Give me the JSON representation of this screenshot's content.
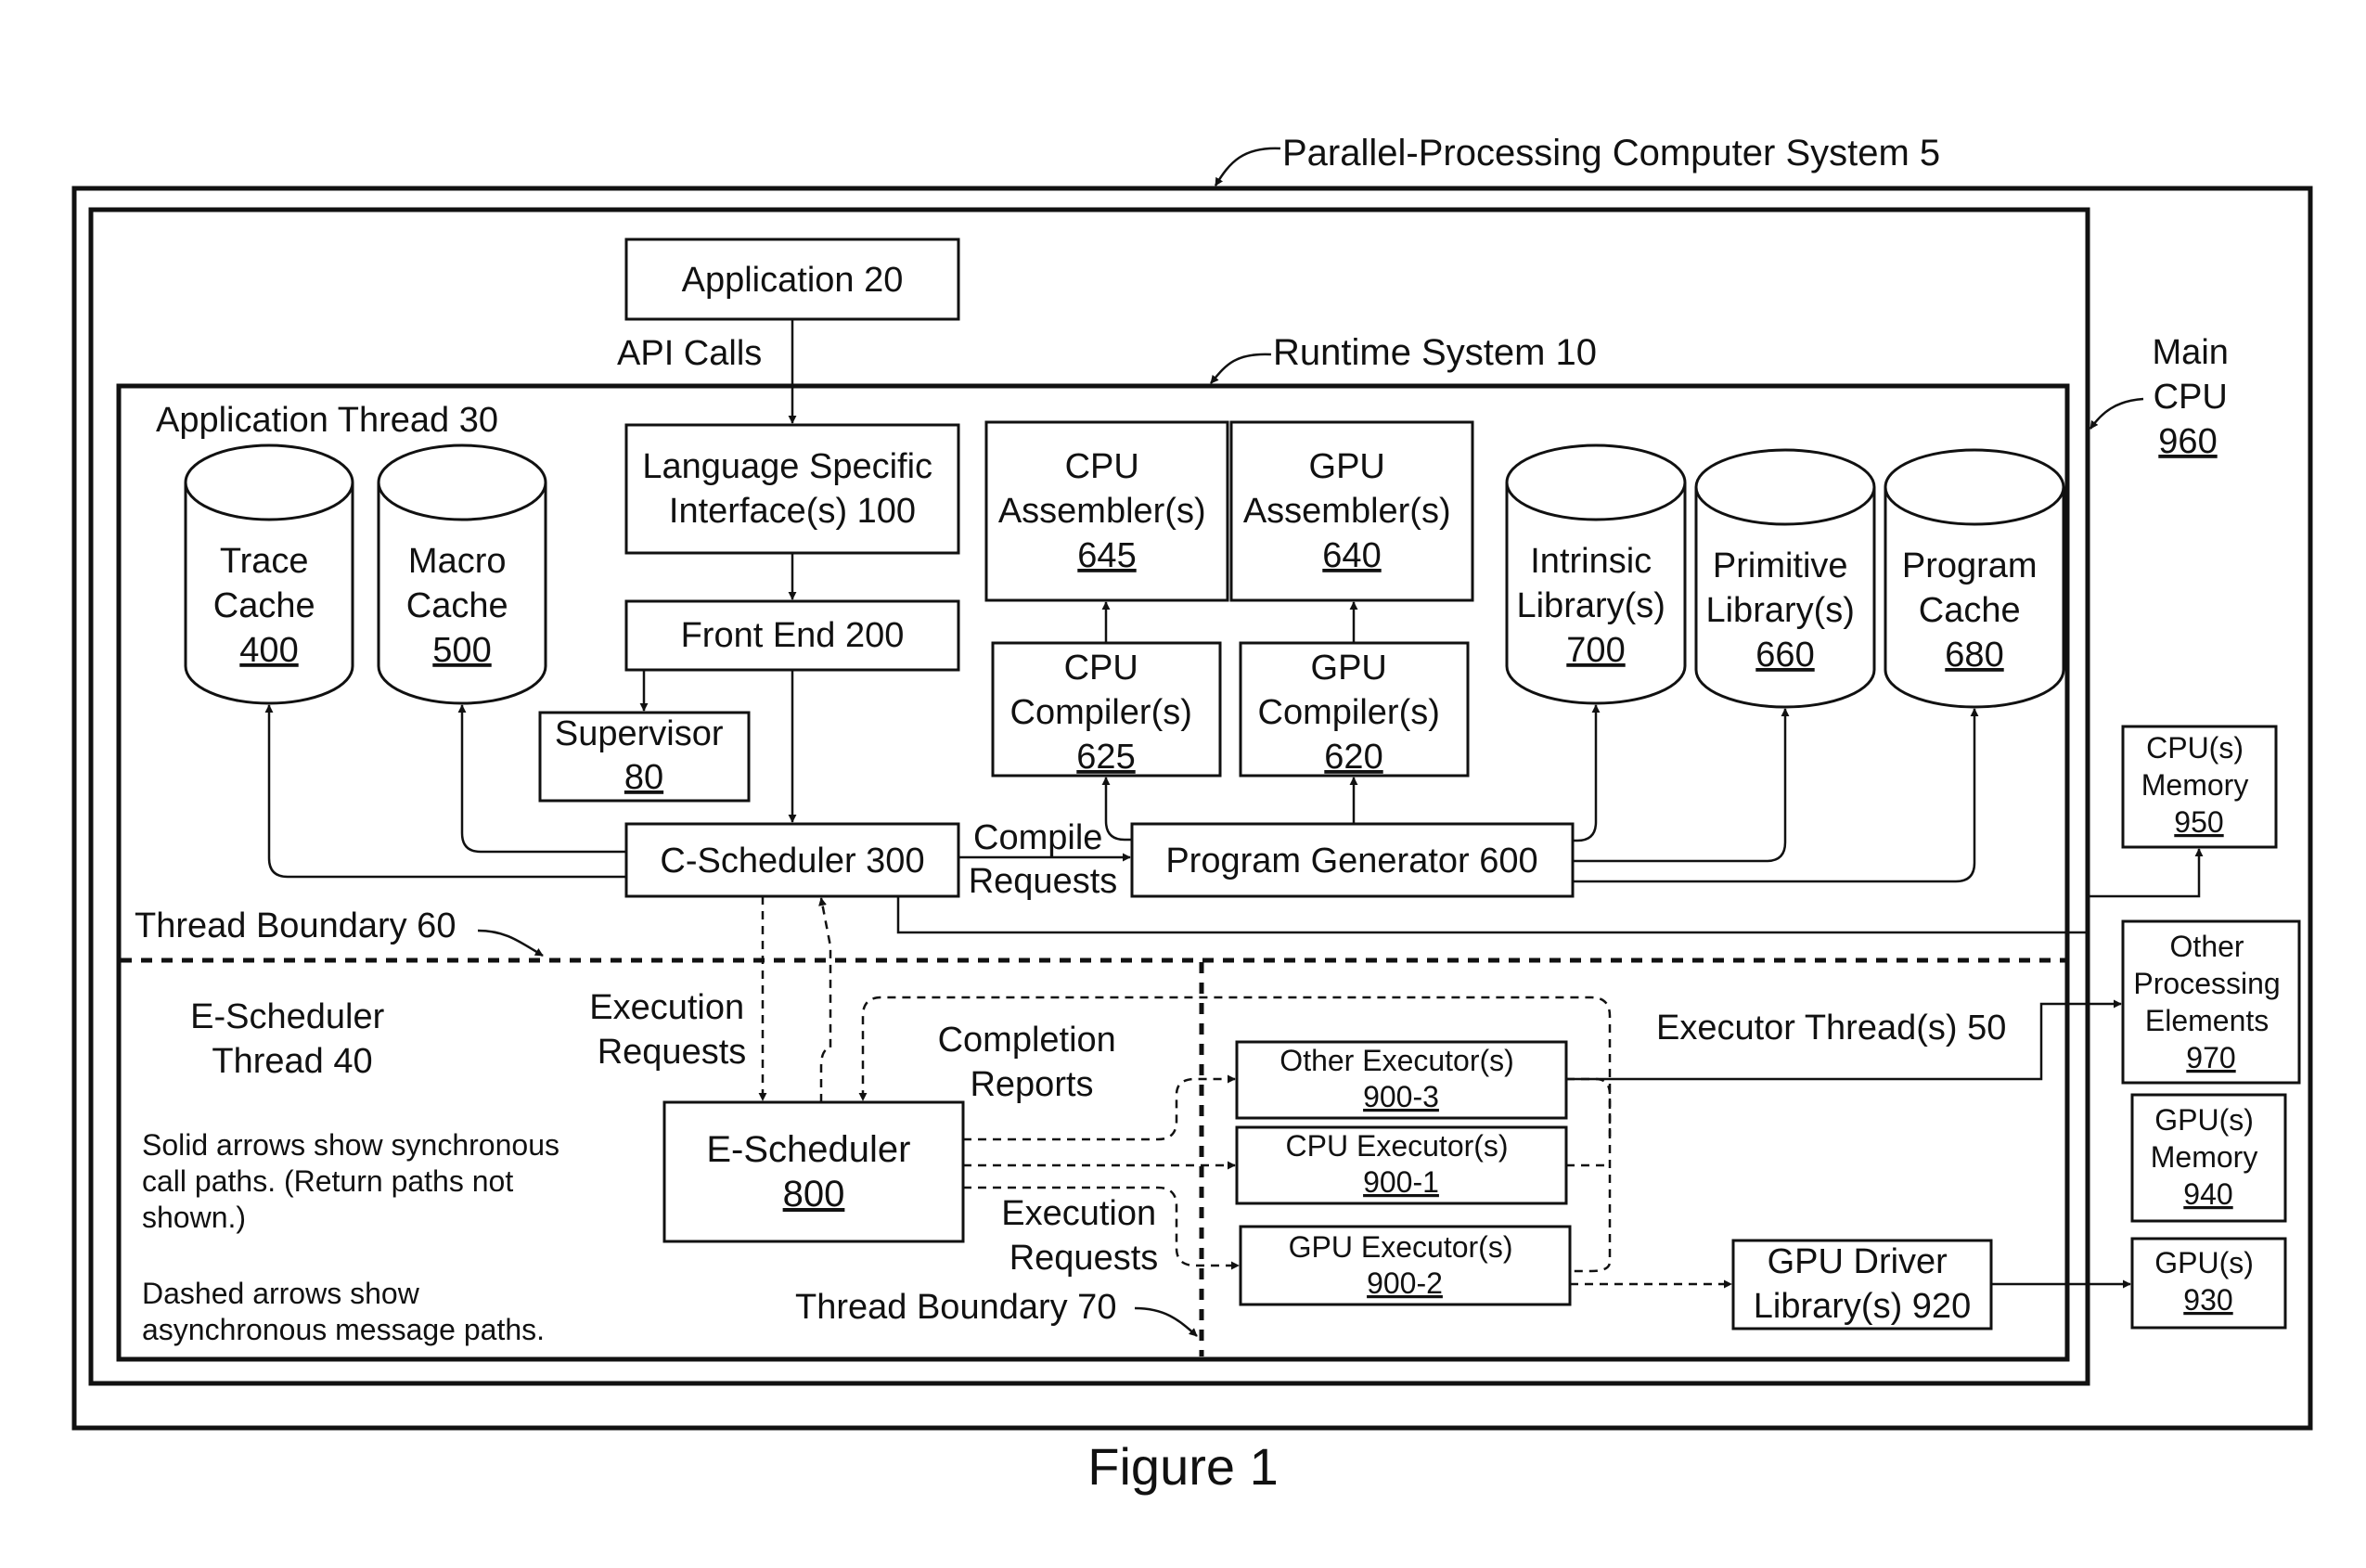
{
  "titles": {
    "system": "Parallel-Processing Computer System 5",
    "runtime": "Runtime System 10",
    "main_cpu": [
      "Main",
      "CPU",
      "960"
    ],
    "figure": "Figure 1"
  },
  "labels": {
    "api_calls": "API Calls",
    "app_thread": "Application Thread 30",
    "thread_boundary_60": "Thread Boundary 60",
    "thread_boundary_70": "Thread Boundary 70",
    "e_sched_thread": [
      "E-Scheduler",
      "Thread 40"
    ],
    "executor_threads": "Executor Thread(s) 50",
    "compile_requests": [
      "Compile",
      "Requests"
    ],
    "execution_requests_1": [
      "Execution",
      "Requests"
    ],
    "completion_reports": [
      "Completion",
      "Reports"
    ],
    "execution_requests_2": [
      "Execution",
      "Requests"
    ],
    "legend_solid": [
      "Solid arrows show synchronous",
      "call paths.  (Return paths not",
      "shown.)"
    ],
    "legend_dashed": [
      "Dashed arrows show",
      "asynchronous message paths."
    ]
  },
  "boxes": {
    "application": "Application 20",
    "lang_iface": [
      "Language Specific",
      "Interface(s) 100"
    ],
    "front_end": "Front End 200",
    "supervisor": [
      "Supervisor",
      "80"
    ],
    "c_scheduler": "C-Scheduler 300",
    "program_generator": "Program Generator 600",
    "cpu_assembler": [
      "CPU",
      "Assembler(s)",
      "645"
    ],
    "gpu_assembler": [
      "GPU",
      "Assembler(s)",
      "640"
    ],
    "cpu_compiler": [
      "CPU",
      "Compiler(s)",
      "625"
    ],
    "gpu_compiler": [
      "GPU",
      "Compiler(s)",
      "620"
    ],
    "e_scheduler": [
      "E-Scheduler",
      "800"
    ],
    "other_executor": [
      "Other Executor(s)",
      "900-3"
    ],
    "cpu_executor": [
      "CPU Executor(s)",
      "900-1"
    ],
    "gpu_executor": [
      "GPU Executor(s)",
      "900-2"
    ],
    "gpu_driver": [
      "GPU Driver",
      "Library(s) 920"
    ],
    "cpu_memory": [
      "CPU(s)",
      "Memory",
      "950"
    ],
    "other_pe": [
      "Other",
      "Processing",
      "Elements",
      "970"
    ],
    "gpu_memory": [
      "GPU(s)",
      "Memory",
      "940"
    ],
    "gpus": [
      "GPU(s)",
      "930"
    ]
  },
  "cylinders": {
    "trace_cache": [
      "Trace",
      "Cache",
      "400"
    ],
    "macro_cache": [
      "Macro",
      "Cache",
      "500"
    ],
    "intrinsic_lib": [
      "Intrinsic",
      "Library(s)",
      "700"
    ],
    "primitive_lib": [
      "Primitive",
      "Library(s)",
      "660"
    ],
    "program_cache": [
      "Program",
      "Cache",
      "680"
    ]
  }
}
